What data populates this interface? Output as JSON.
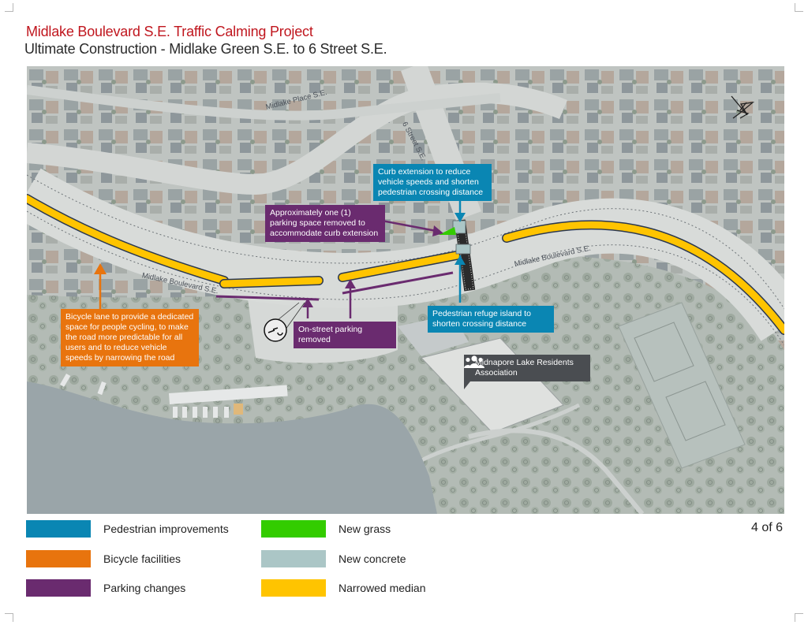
{
  "header": {
    "title": "Midlake Boulevard S.E. Traffic Calming Project",
    "subtitle": "Ultimate Construction - Midlake Green S.E. to 6 Street S.E."
  },
  "map": {
    "north_arrow_icon": "north-arrow-icon",
    "streets": {
      "midlake_place": "Midlake Place S.E.",
      "sixth_street": "6 Street S.E.",
      "midlake_blvd_west": "Midlake Boulevard S.E.",
      "midlake_blvd_east": "Midlake Boulevard S.E."
    },
    "callouts": {
      "curb_extension": "Curb extension to reduce vehicle speeds and shorten pedestrian crossing distance",
      "parking_space_removed": "Approximately one (1) parking space removed to accommodate curb extension",
      "bicycle_lane": "Bicycle lane to provide a dedicated space for people cycling, to make the road more predictable for all users and to reduce vehicle speeds by narrowing the road",
      "on_street_parking": "On-street parking removed",
      "refuge_island": "Pedestrian refuge island to shorten crossing distance",
      "residents_association": "Midnapore Lake Residents Association"
    },
    "landmark_icon": "people-group-icon"
  },
  "legend": {
    "items": [
      {
        "label": "Pedestrian improvements",
        "color": "#0a86b3"
      },
      {
        "label": "Bicycle facilities",
        "color": "#e8740e"
      },
      {
        "label": "Parking changes",
        "color": "#6a2b6f"
      },
      {
        "label": "New grass",
        "color": "#33cc00"
      },
      {
        "label": "New concrete",
        "color": "#abc6c6"
      },
      {
        "label": "Narrowed median",
        "color": "#ffc400"
      }
    ]
  },
  "page": {
    "indicator": "4 of 6"
  }
}
